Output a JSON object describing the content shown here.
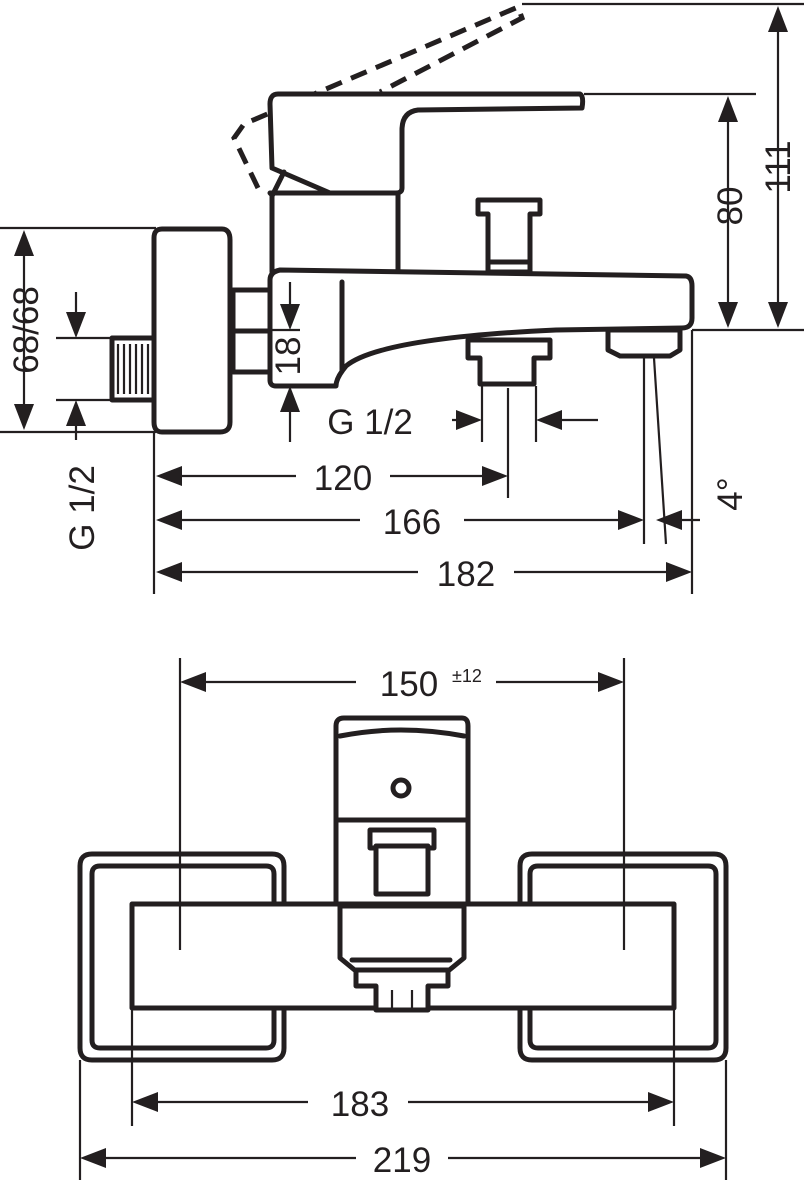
{
  "side_view": {
    "dim_68_68": "68/68",
    "dim_18": "18",
    "thread_left": "G 1/2",
    "thread_bottom": "G 1/2",
    "dim_80": "80",
    "dim_111": "111",
    "dim_120": "120",
    "dim_166": "166",
    "dim_182": "182",
    "angle": "4°"
  },
  "top_view": {
    "dim_150": "150",
    "dim_150_tolerance": "±12",
    "dim_183": "183",
    "dim_219": "219"
  }
}
